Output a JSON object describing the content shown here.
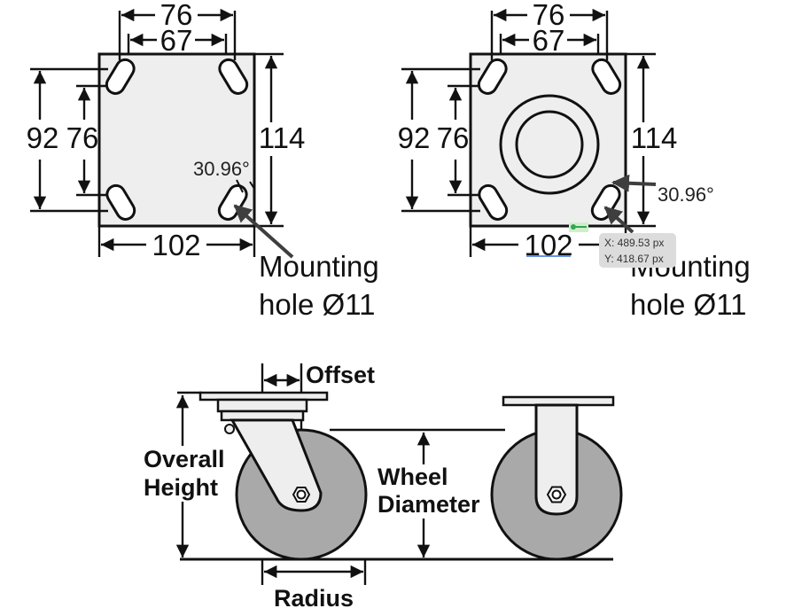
{
  "plate_left": {
    "width_outer": "76",
    "width_inner": "67",
    "height_outer": "92",
    "height_inner": "76",
    "side_right": "114",
    "bottom": "102",
    "angle": "30.96°",
    "note_line1": "Mounting",
    "note_line2": "hole Ø11"
  },
  "plate_right": {
    "width_outer": "76",
    "width_inner": "67",
    "height_outer": "92",
    "height_inner": "76",
    "side_right": "114",
    "bottom": "102",
    "angle": "30.96°",
    "note_line1": "Mounting",
    "note_line2": "hole Ø11"
  },
  "measure_tooltip": {
    "x_readout": "X: 489.53 px",
    "y_readout": "Y: 418.67 px",
    "icon": "anchor-marker-icon"
  },
  "casters": {
    "offset_label": "Offset",
    "overall_height_line1": "Overall",
    "overall_height_line2": "Height",
    "wheel_diameter_line1": "Wheel",
    "wheel_diameter_line2": "Diameter",
    "radius_label": "Radius"
  },
  "colors": {
    "plate_fill": "#eeeeee",
    "wheel_fill": "#a9a9a9",
    "leader_arrow": "#4a4a4a",
    "tooltip_bg": "#dcdcdc"
  }
}
